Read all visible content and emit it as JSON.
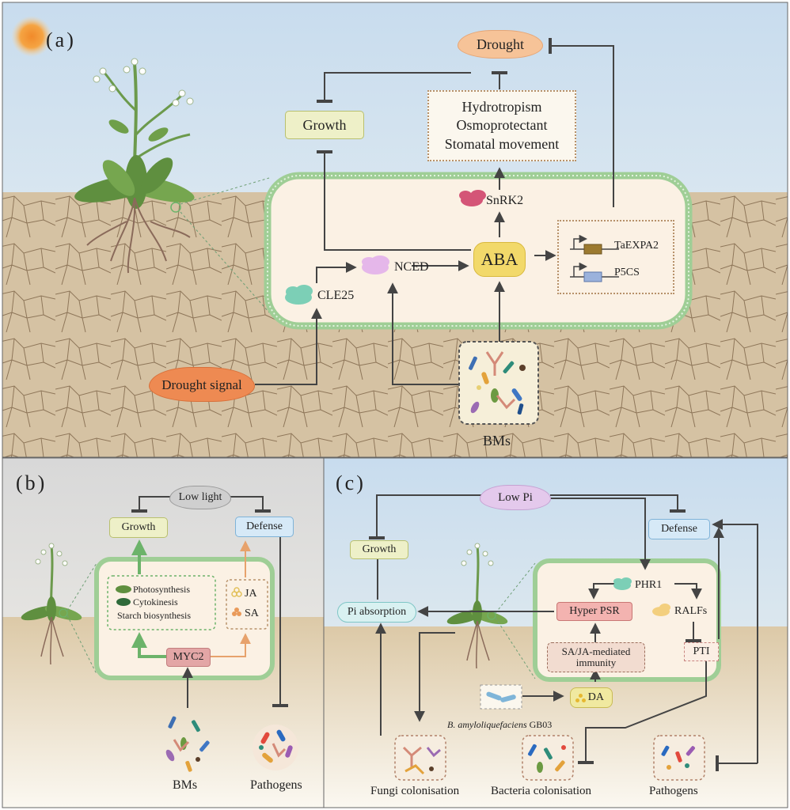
{
  "panels": {
    "a": {
      "letter": "(a)",
      "drought": "Drought",
      "growth": "Growth",
      "responses": [
        "Hydrotropism",
        "Osmoprotectant",
        "Stomatal movement"
      ],
      "snrk2": "SnRK2",
      "aba": "ABA",
      "nced": "NCED",
      "cle25": "CLE25",
      "genes": [
        "TaEXPA2",
        "P5CS"
      ],
      "drought_signal": "Drought signal",
      "bms": "BMs"
    },
    "b": {
      "letter": "(b)",
      "low_light": "Low light",
      "growth": "Growth",
      "defense": "Defense",
      "processes": [
        "Photosynthesis",
        "Cytokinesis",
        "Starch biosynthesis"
      ],
      "hormones": [
        "JA",
        "SA"
      ],
      "myc2": "MYC2",
      "bms": "BMs",
      "pathogens": "Pathogens"
    },
    "c": {
      "letter": "(c)",
      "low_pi": "Low Pi",
      "growth": "Growth",
      "defense": "Defense",
      "pi_absorption": "Pi absorption",
      "phr1": "PHR1",
      "hyper_psr": "Hyper PSR",
      "ralfs": "RALFs",
      "pti": "PTI",
      "immunity_line1": "SA/JA-mediated",
      "immunity_line2": "immunity",
      "da": "DA",
      "bacterium": "B. amyloliquefaciens",
      "strain": "GB03",
      "fungi": "Fungi colonisation",
      "bacteria": "Bacteria colonisation",
      "pathogens": "Pathogens"
    }
  },
  "colors": {
    "sky": "#d2e2f0",
    "soil": "#d6c3a5",
    "cell_border": "#9fce96",
    "cell_fill": "#fbf1e4",
    "aba": "#f2d96a",
    "drought": "#f6c398",
    "drought_signal": "#ee8a52",
    "accent_green": "#6cb36a",
    "accent_orange": "#e7a26c",
    "myc2": "#e3a6a6",
    "hyper_psr": "#f3b3b0"
  }
}
